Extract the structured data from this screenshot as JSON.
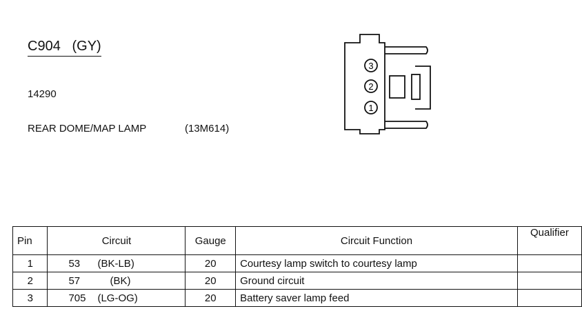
{
  "connector": {
    "title": "C904   (GY)",
    "part_number": "14290",
    "description": "REAR DOME/MAP LAMP",
    "code": "(13M614)",
    "pin_labels": [
      "3",
      "2",
      "1"
    ]
  },
  "table": {
    "headers": {
      "pin": "Pin",
      "circuit": "Circuit",
      "gauge": "Gauge",
      "function": "Circuit Function",
      "qualifier": "Qualifier"
    },
    "rows": [
      {
        "pin": "1",
        "circuit": "53",
        "color": "(BK-LB)",
        "gauge": "20",
        "function": "Courtesy lamp switch to courtesy lamp",
        "qualifier": ""
      },
      {
        "pin": "2",
        "circuit": "57",
        "color": "(BK)",
        "gauge": "20",
        "function": "Ground circuit",
        "qualifier": ""
      },
      {
        "pin": "3",
        "circuit": "705",
        "color": "(LG-OG)",
        "gauge": "20",
        "function": "Battery saver lamp feed",
        "qualifier": ""
      }
    ]
  }
}
